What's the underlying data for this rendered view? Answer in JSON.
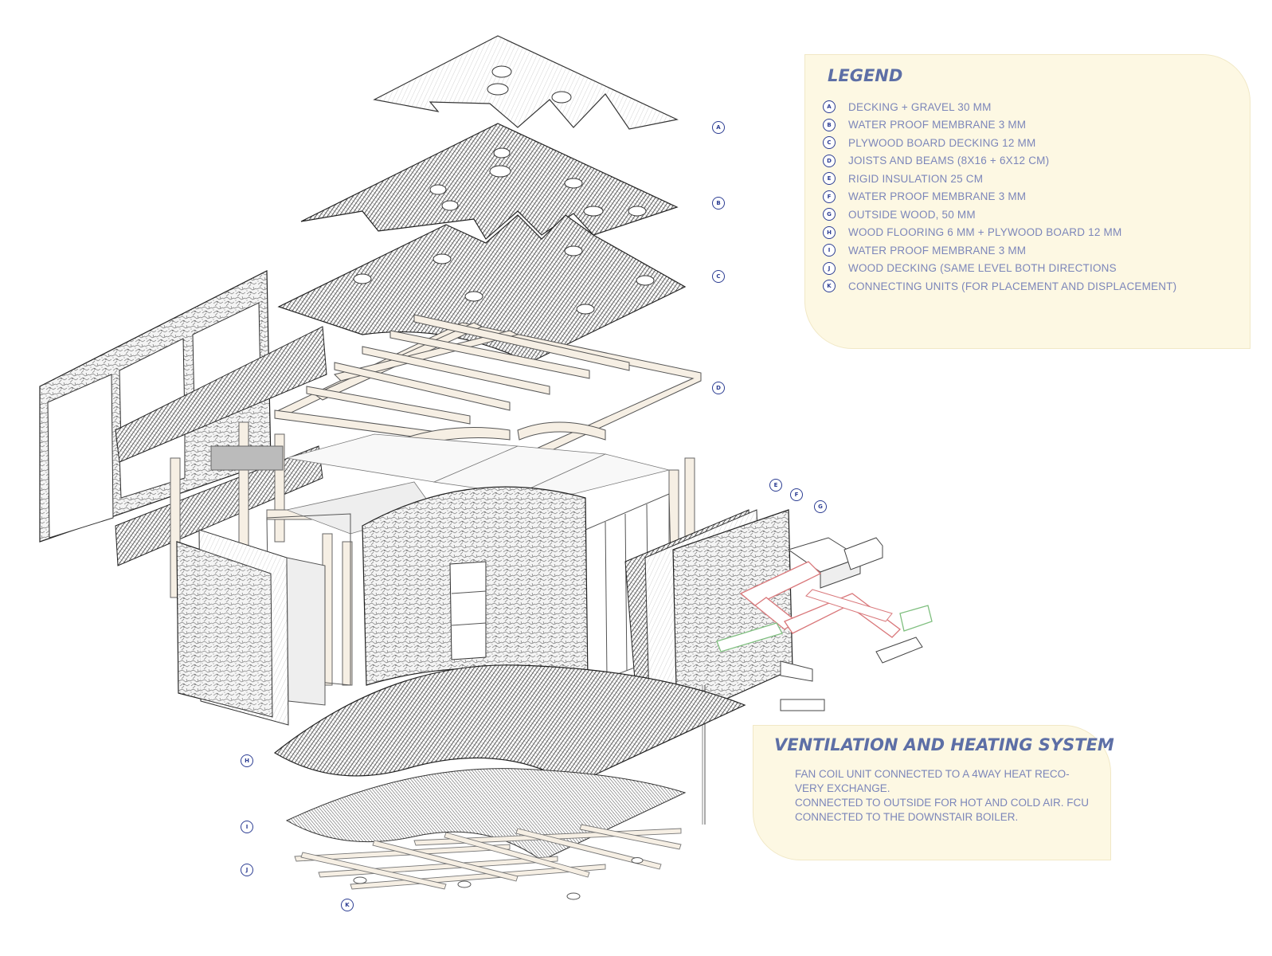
{
  "legend": {
    "title": "LEGEND",
    "items": [
      {
        "code": "A",
        "label": "DECKING + GRAVEL 30 MM"
      },
      {
        "code": "B",
        "label": "WATER PROOF MEMBRANE 3 MM"
      },
      {
        "code": "C",
        "label": "PLYWOOD BOARD DECKING 12 MM"
      },
      {
        "code": "D",
        "label": "JOISTS AND BEAMS (8X16 + 6X12 CM)"
      },
      {
        "code": "E",
        "label": "RIGID INSULATION 25 CM"
      },
      {
        "code": "F",
        "label": "WATER PROOF MEMBRANE 3 MM"
      },
      {
        "code": "G",
        "label": "OUTSIDE WOOD, 50 MM"
      },
      {
        "code": "H",
        "label": "WOOD FLOORING 6 MM + PLYWOOD BOARD 12 MM"
      },
      {
        "code": "I",
        "label": "WATER PROOF MEMBRANE 3 MM"
      },
      {
        "code": "J",
        "label": "WOOD DECKING (SAME LEVEL BOTH DIRECTIONS"
      },
      {
        "code": "K",
        "label": "CONNECTING UNITS (FOR PLACEMENT AND DISPLACEMENT)"
      }
    ]
  },
  "ventilation": {
    "title": "VENTILATION AND HEATING SYSTEM",
    "lines": [
      "FAN COIL UNIT CONNECTED TO A 4WAY HEAT RECO-",
      "VERY EXCHANGE.",
      "CONNECTED TO OUTSIDE FOR HOT AND COLD AIR. FCU",
      "CONNECTED TO THE DOWNSTAIR BOILER."
    ]
  },
  "callouts": {
    "a": "A",
    "b": "B",
    "c": "C",
    "d": "D",
    "e": "E",
    "f": "F",
    "g": "G",
    "h": "H",
    "i": "I",
    "j": "J",
    "k": "K"
  },
  "colors": {
    "panel_fill": "#fdf8e3",
    "title": "#5d6fa6",
    "legend_text": "#7c86ba",
    "callout_ring": "#2c3d93",
    "beam": "#f6efe4",
    "duct_red": "#d9777a",
    "duct_green": "#7fbf7f"
  }
}
